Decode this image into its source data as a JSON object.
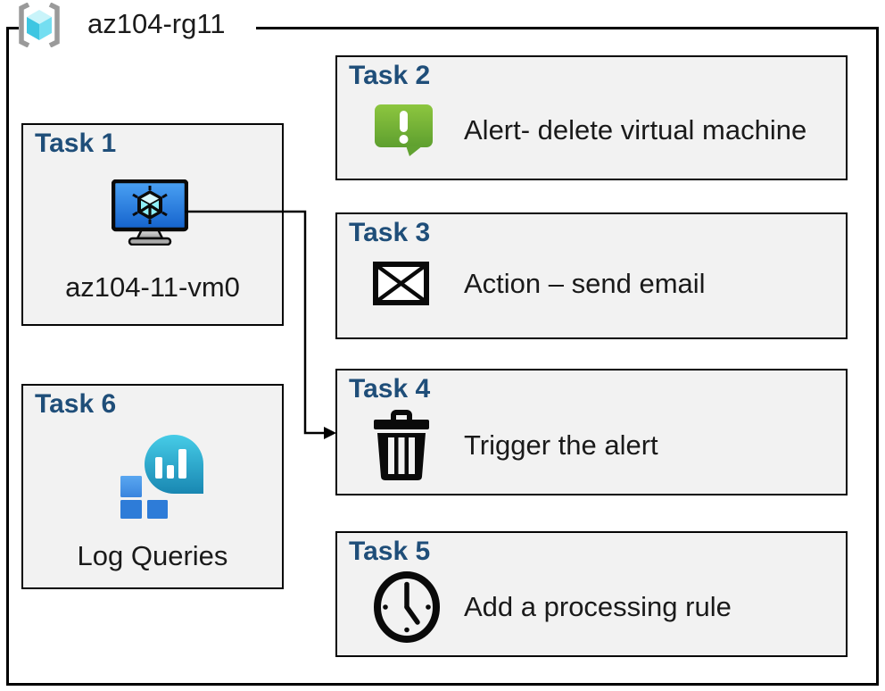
{
  "diagram": {
    "resource_group": {
      "label": "az104-rg11",
      "icon": "resource-group-icon"
    },
    "tasks": [
      {
        "heading": "Task 1",
        "label": "az104-11-vm0",
        "icon": "virtual-machine-icon"
      },
      {
        "heading": "Task 2",
        "label": "Alert- delete virtual machine",
        "icon": "alert-icon"
      },
      {
        "heading": "Task 3",
        "label": "Action – send email",
        "icon": "send-email-icon"
      },
      {
        "heading": "Task 4",
        "label": "Trigger the alert",
        "icon": "trash-icon"
      },
      {
        "heading": "Task 5",
        "label": "Add a processing rule",
        "icon": "clock-icon"
      },
      {
        "heading": "Task 6",
        "label": "Log Queries",
        "icon": "log-queries-icon"
      }
    ],
    "connector": {
      "type": "arrow",
      "from": "Task 1 virtual machine",
      "to": "Task 4"
    },
    "colors": {
      "task_heading_blue": "#1F4E79",
      "box_fill": "#F2F2F2",
      "box_border": "#000000",
      "alert_green": "#76B83F",
      "vm_screen_blue": "#2E86E3",
      "azure_cyan": "#45CBE6",
      "log_tile_blue": "#2F7CD8"
    }
  }
}
